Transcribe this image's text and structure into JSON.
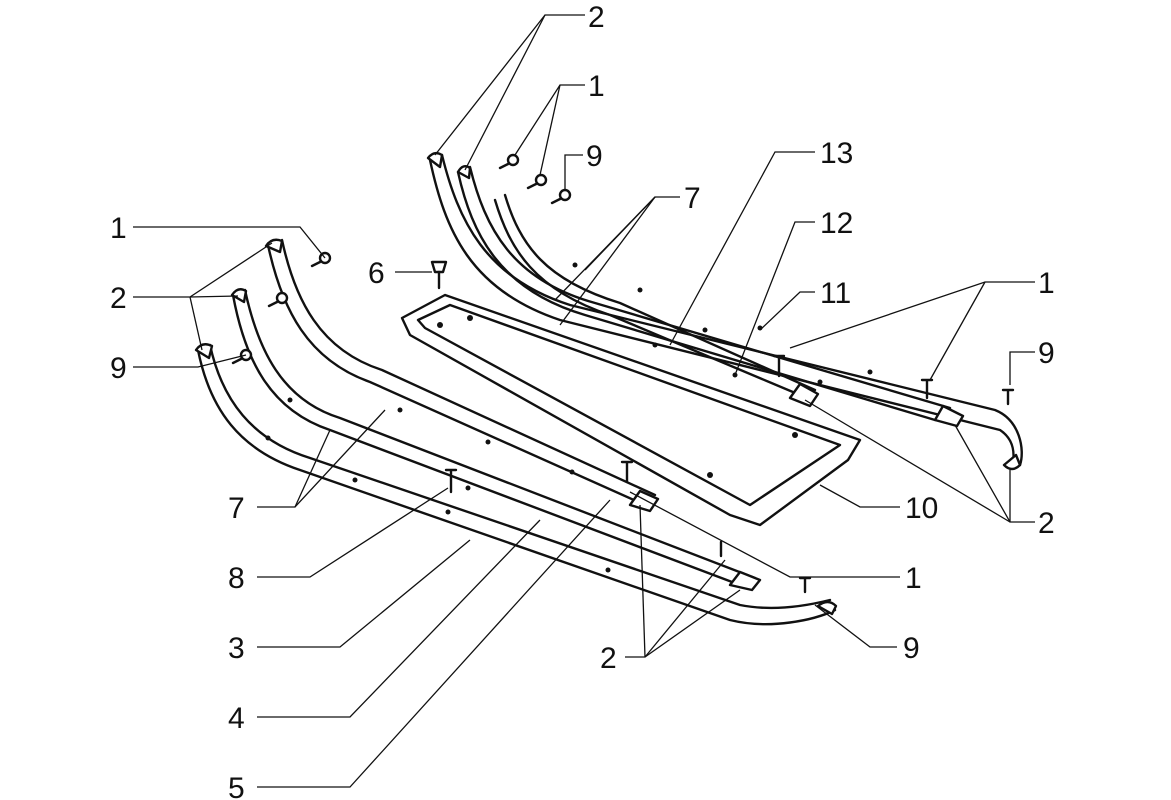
{
  "labels": {
    "l1_a": "1",
    "l1_b": "1",
    "l1_c": "1",
    "l1_d": "1",
    "l2_a": "2",
    "l2_b": "2",
    "l2_c": "2",
    "l2_d": "2",
    "l3": "3",
    "l4": "4",
    "l5": "5",
    "l6": "6",
    "l7_a": "7",
    "l7_b": "7",
    "l8": "8",
    "l9_a": "9",
    "l9_b": "9",
    "l9_c": "9",
    "l9_d": "9",
    "l10": "10",
    "l11": "11",
    "l12": "12",
    "l13": "13"
  }
}
